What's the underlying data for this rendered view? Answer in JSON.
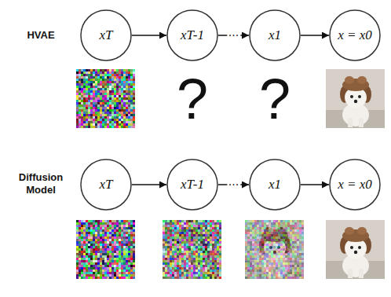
{
  "diagram": {
    "nodes": [
      {
        "text": [
          "xT"
        ]
      },
      {
        "text": [
          "xT-1"
        ]
      },
      {
        "text": [
          "x1"
        ]
      },
      {
        "text": [
          "x = x0"
        ]
      },
      {
        "text": [
          "xT"
        ]
      },
      {
        "text": [
          "xT-1"
        ]
      },
      {
        "text": [
          "x1"
        ]
      },
      {
        "text": [
          "x = x0"
        ]
      }
    ],
    "edges": [
      {
        "from": 0,
        "to": 1,
        "arrow": "to"
      },
      {
        "from": 1,
        "to": 2,
        "arrow": "to",
        "label": "···"
      },
      {
        "from": 2,
        "to": 3,
        "arrow": "to"
      },
      {
        "from": 4,
        "to": 5,
        "arrow": "to"
      },
      {
        "from": 5,
        "to": 6,
        "arrow": "to",
        "label": "···"
      },
      {
        "from": 6,
        "to": 7,
        "arrow": "to"
      }
    ],
    "labels": [
      "HVAE",
      "?",
      "?",
      "Diffusion Model"
    ]
  }
}
